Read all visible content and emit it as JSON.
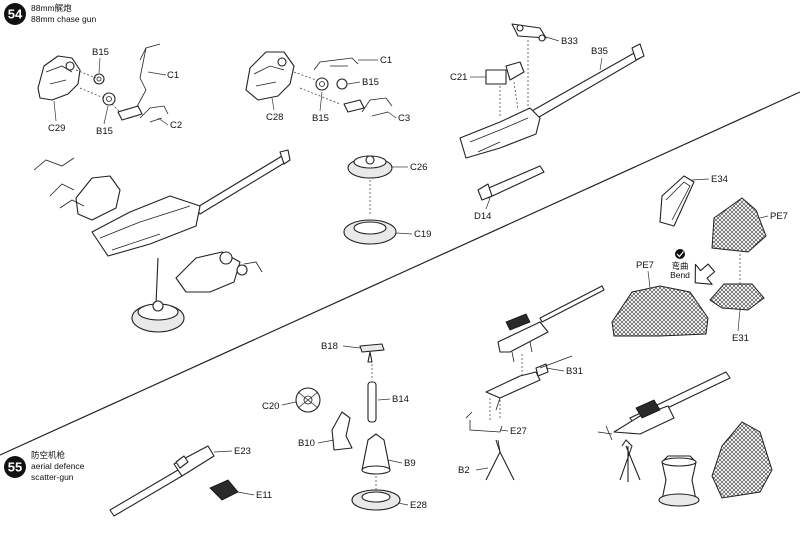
{
  "steps": [
    {
      "number": "54",
      "title_cn": "88mm艉炮",
      "title_en": "88mm chase gun"
    },
    {
      "number": "55",
      "title_cn": "防空机枪",
      "title_en1": "aerial defence",
      "title_en2": "scatter-gun"
    }
  ],
  "parts": {
    "b15a": "B15",
    "c1a": "C1",
    "c2": "C2",
    "c29": "C29",
    "b15b": "B15",
    "c1b": "C1",
    "b15c": "B15",
    "c28": "C28",
    "b15d": "B15",
    "c3": "C3",
    "b33": "B33",
    "b35": "B35",
    "c21": "C21",
    "d14": "D14",
    "c26": "C26",
    "c19": "C19",
    "e34": "E34",
    "pe7a": "PE7",
    "pe7b": "PE7",
    "e31": "E31",
    "b18": "B18",
    "b14": "B14",
    "c20": "C20",
    "b10": "B10",
    "b9": "B9",
    "e28": "E28",
    "b31": "B31",
    "e27": "E27",
    "b2": "B2",
    "e23": "E23",
    "e11": "E11"
  },
  "bend_note": {
    "cn": "弯曲",
    "en": "Bend"
  }
}
